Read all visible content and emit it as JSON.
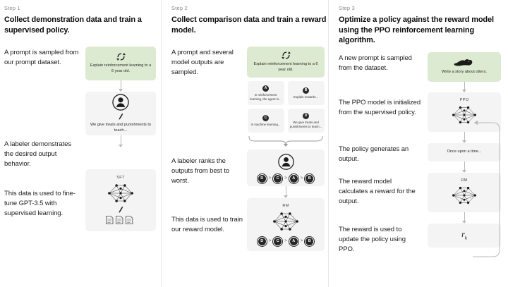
{
  "diagram": {
    "title": "RLHF three-step training process",
    "accent_green": "#dcead1",
    "panel_gray": "#f4f4f4"
  },
  "columns": [
    {
      "step_label": "Step 1",
      "title": "Collect demonstration data and train a supervised policy.",
      "captions": [
        "A prompt is sampled from our prompt dataset.",
        "A labeler demonstrates the desired output behavior.",
        "This data is used to fine-tune GPT-3.5 with supervised learning."
      ],
      "prompt_box": {
        "icon": "refresh-icon",
        "text": "Explain reinforcement learning to a 6 year old."
      },
      "labeler_box": {
        "icon": "person-icon",
        "pen_icon": "pen-icon",
        "text": "We give treats and punishments to teach..."
      },
      "model_box": {
        "tag": "SFT",
        "icon": "neural-network-icon",
        "pen_icon": "pen-icon",
        "docs_icon": "documents-icon"
      }
    },
    {
      "step_label": "Step 2",
      "title": "Collect comparison data and train a reward model.",
      "captions": [
        "A prompt and several model outputs are sampled.",
        "A labeler ranks the outputs from best to worst.",
        "This data is used to train our reward model."
      ],
      "prompt_box": {
        "icon": "refresh-icon",
        "text": "Explain reinforcement learning to a 6 year old."
      },
      "outputs": [
        {
          "letter": "A",
          "text": "In reinforcement learning, the agent is..."
        },
        {
          "letter": "B",
          "text": "Explain rewards..."
        },
        {
          "letter": "C",
          "text": "In machine learning..."
        },
        {
          "letter": "D",
          "text": "We give treats and punishments to teach..."
        }
      ],
      "ranking_box": {
        "icon": "person-icon",
        "ranking": [
          "D",
          "C",
          "A",
          "B"
        ],
        "separator": ">"
      },
      "reward_model_box": {
        "tag": "RM",
        "icon": "neural-network-icon",
        "ranking": [
          "D",
          "C",
          "A",
          "B"
        ],
        "separator": ">"
      }
    },
    {
      "step_label": "Step 3",
      "title": "Optimize a policy against the reward model using the PPO reinforcement learning algorithm.",
      "captions": [
        "A new prompt is sampled from the dataset.",
        "The PPO model is initialized from the supervised policy.",
        "The policy generates an output.",
        "The reward model calculates a reward for the output.",
        "The reward is used to update the policy using PPO."
      ],
      "prompt_box": {
        "icon": "otter-icon",
        "text": "Write a story about otters."
      },
      "ppo_box": {
        "tag": "PPO",
        "icon": "neural-network-icon"
      },
      "output_box": {
        "text": "Once upon a time..."
      },
      "reward_model_box": {
        "tag": "RM",
        "icon": "neural-network-icon"
      },
      "reward_box": {
        "symbol": "r",
        "subscript": "k"
      }
    }
  ]
}
